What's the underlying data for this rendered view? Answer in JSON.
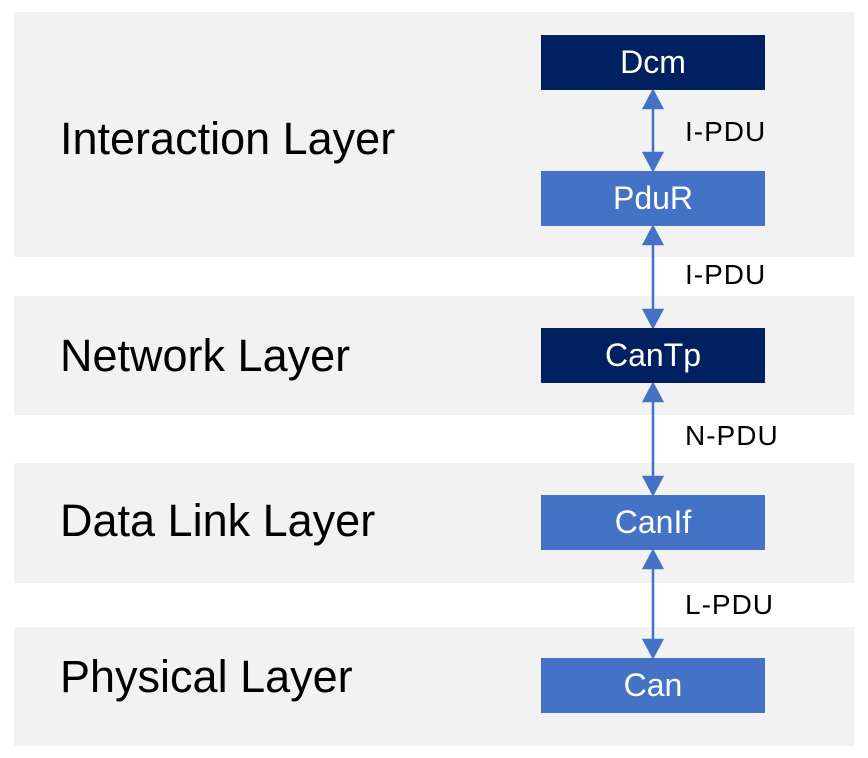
{
  "layers": {
    "interaction": "Interaction Layer",
    "network": "Network Layer",
    "data_link": "Data Link Layer",
    "physical": "Physical Layer"
  },
  "modules": {
    "dcm": "Dcm",
    "pdur": "PduR",
    "cantp": "CanTp",
    "canif": "CanIf",
    "can": "Can"
  },
  "pdus": {
    "dcm_pdur": "I-PDU",
    "pdur_cantp": "I-PDU",
    "cantp_canif": "N-PDU",
    "canif_can": "L-PDU"
  },
  "colors": {
    "band_background": "#f2f2f2",
    "module_dark": "#002060",
    "module_light": "#4472c4",
    "arrow": "#4472c4"
  }
}
